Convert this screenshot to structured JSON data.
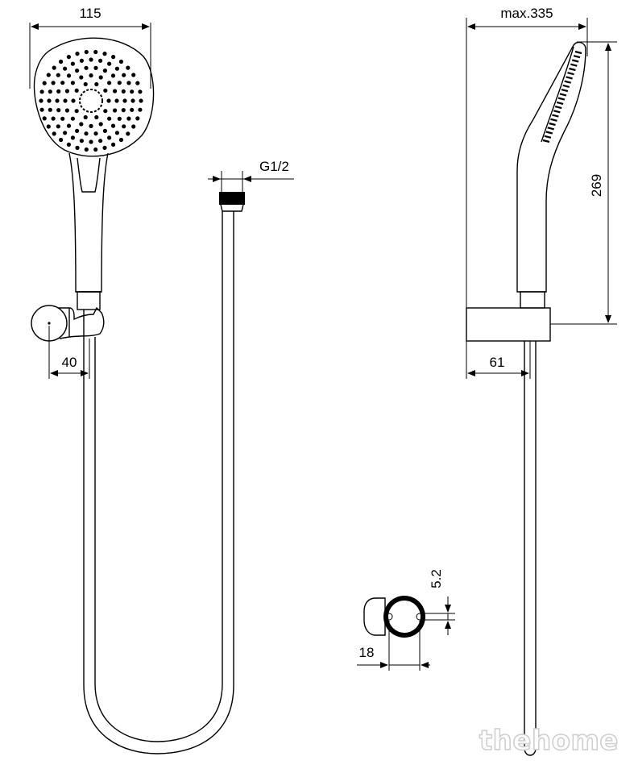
{
  "dimensions": {
    "head_width": "115",
    "connection_thread": "G1/2",
    "holder_offset_front": "40",
    "max_projection": "max.335",
    "handle_height": "269",
    "holder_depth": "61",
    "screw_spacing": "18",
    "screw_diameter": "5.2"
  },
  "watermark": "thehome"
}
